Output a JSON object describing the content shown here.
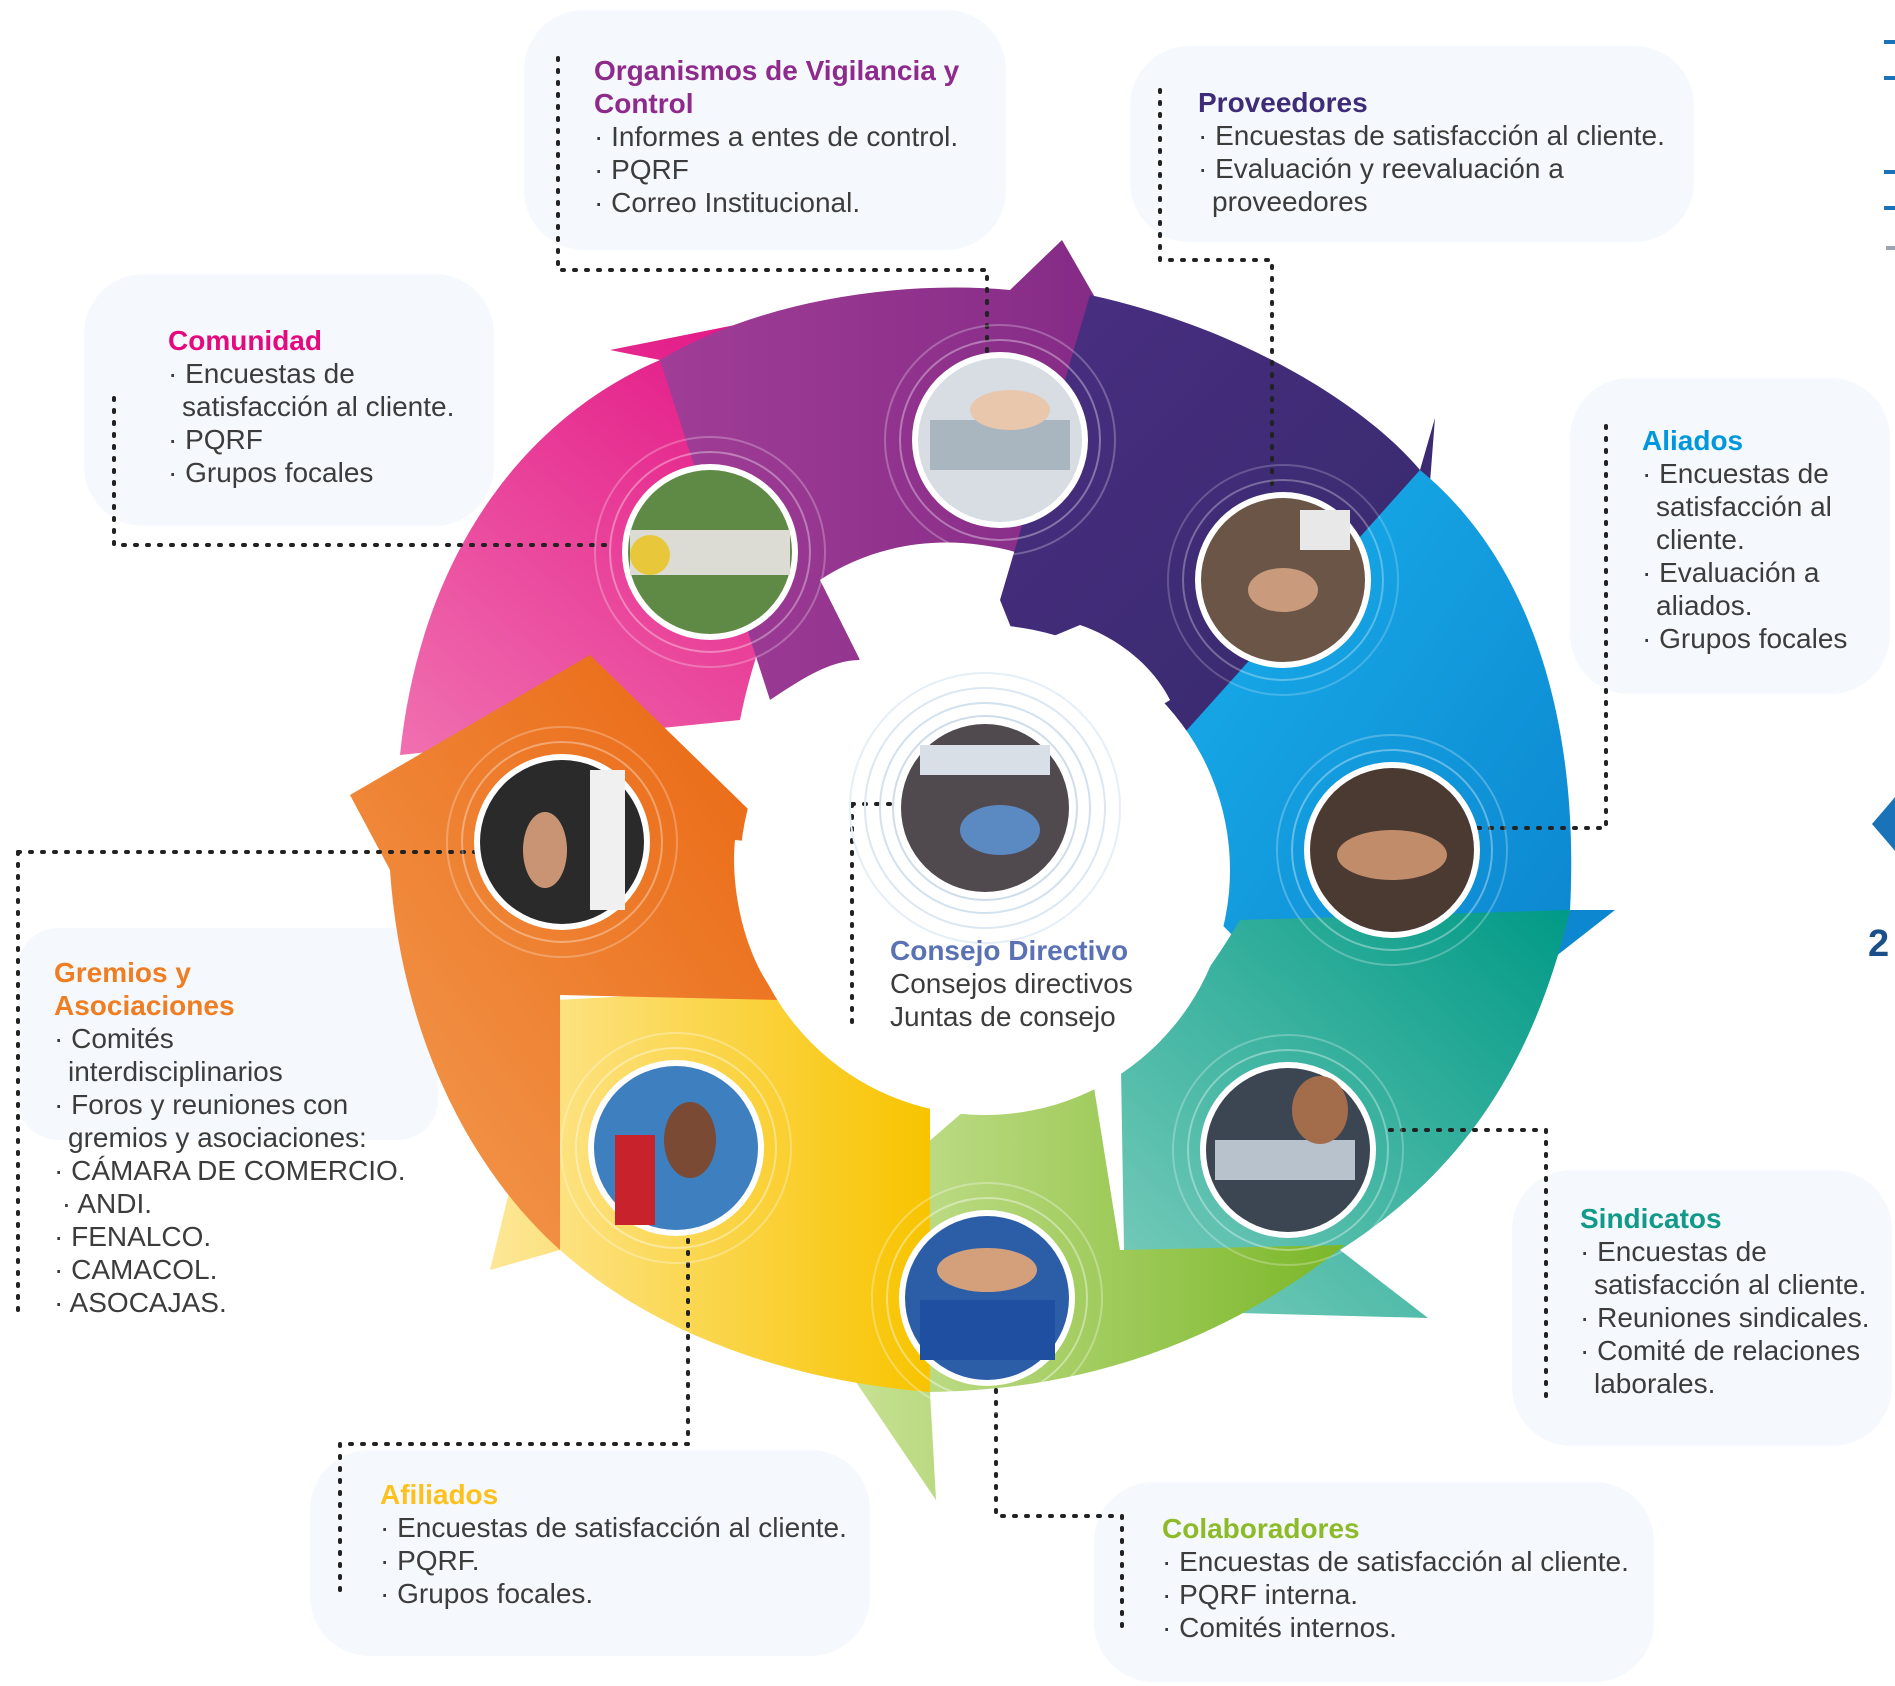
{
  "colors": {
    "organismos": "#8e2a8c",
    "proveedores": "#3f2c79",
    "comunidad": "#e5097f",
    "aliados": "#0097dc",
    "gremios": "#ef7d22",
    "sindicatos": "#11998a",
    "afiliados": "#fcc11c",
    "colaboradores": "#8dbb28",
    "consejo": "#5a72b4"
  },
  "center": {
    "title": "Consejo Directivo",
    "lines": [
      "Consejos directivos",
      "Juntas de consejo"
    ]
  },
  "groups": {
    "organismos": {
      "title_lines": [
        "Organismos de Vigilancia y",
        "Control"
      ],
      "lines": [
        "· Informes a entes de control.",
        "· PQRF",
        "· Correo Institucional."
      ],
      "photo": "meeting-hands-photo"
    },
    "proveedores": {
      "title": "Proveedores",
      "lines": [
        "· Encuestas de satisfacción al cliente.",
        "· Evaluación y reevaluación a"
      ],
      "continuation": "proveedores",
      "photo": "handshake-desk-photo"
    },
    "comunidad": {
      "title": "Comunidad",
      "first": "· Encuestas de",
      "continuation": "satisfacción al cliente.",
      "lines": [
        "· PQRF",
        "· Grupos focales"
      ],
      "photo": "community-group-photo"
    },
    "aliados": {
      "title": "Aliados",
      "first": "· Encuestas de",
      "cont1": [
        "satisfacción al",
        "cliente."
      ],
      "second": "· Evaluación a",
      "cont2": "aliados.",
      "last": "· Grupos focales",
      "photo": "fist-bump-photo"
    },
    "gremios": {
      "title_lines": [
        "Gremios y",
        "Asociaciones"
      ],
      "first": "· Comités",
      "cont1": "interdisciplinarios",
      "second": "· Foros y reuniones con",
      "cont2": "gremios y asociaciones:",
      "rest": [
        "· CÁMARA DE COMERCIO.",
        " · ANDI.",
        "· FENALCO.",
        "· CAMACOL.",
        "· ASOCAJAS."
      ],
      "photo": "thumbs-up-photo"
    },
    "sindicatos": {
      "title": "Sindicatos",
      "first": "· Encuestas de",
      "cont1": "satisfacción al cliente.",
      "second": "· Reuniones sindicales.",
      "third": "· Comité de relaciones",
      "cont2": "laborales.",
      "photo": "office-work-photo"
    },
    "afiliados": {
      "title": "Afiliados",
      "lines": [
        "· Encuestas de satisfacción al cliente.",
        "· PQRF.",
        "· Grupos focales."
      ],
      "photo": "family-photo"
    },
    "colaboradores": {
      "title": "Colaboradores",
      "lines": [
        "· Encuestas de satisfacción al cliente.",
        "· PQRF interna.",
        "· Comités internos."
      ],
      "photo": "team-photo"
    },
    "consejo": {
      "photo": "audience-photo"
    }
  },
  "edge_text": "2"
}
